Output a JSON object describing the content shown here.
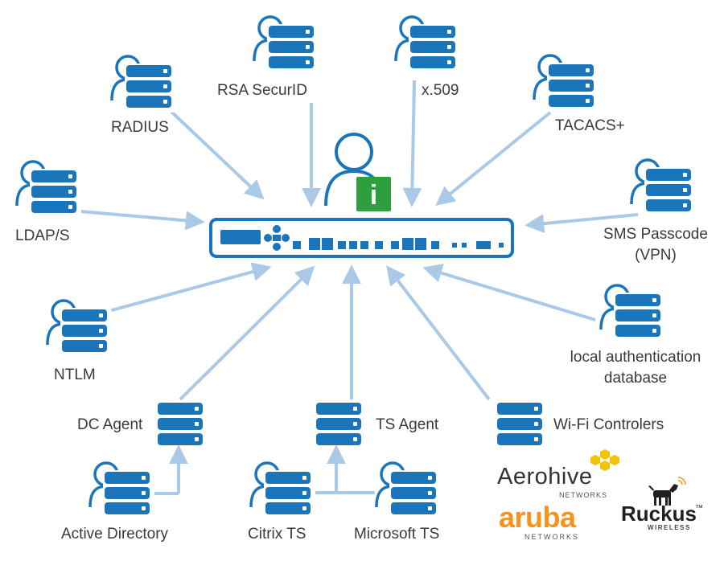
{
  "colors": {
    "primary_blue": "#1b75bb",
    "arrow_blue": "#a9c9e6",
    "info_green": "#2e9e3e",
    "aruba_orange": "#f7931d",
    "aerohive_yellow": "#f5c400",
    "text": "#3a3a3a",
    "ruckus_black": "#231f20"
  },
  "center": {
    "device_icon": "firewall-appliance-icon",
    "user_icon": "user-info-icon",
    "badge_glyph": "i"
  },
  "sources": {
    "radius": "RADIUS",
    "rsa": "RSA SecurID",
    "x509": "x.509",
    "tacacs": "TACACS+",
    "ldap": "LDAP/S",
    "sms_line1": "SMS Passcode",
    "sms_line2": "(VPN)",
    "ntlm": "NTLM",
    "local_line1": "local authentication",
    "local_line2": "database"
  },
  "agents": {
    "dc": "DC Agent",
    "ts": "TS Agent",
    "wifi": "Wi-Fi Controlers"
  },
  "bottom": {
    "ad": "Active Directory",
    "citrix": "Citrix TS",
    "mts": "Microsoft TS"
  },
  "brands": {
    "aerohive": "Aerohive",
    "aerohive_sub": "NETWORKS",
    "aruba": "aruba",
    "aruba_sub": "NETWORKS",
    "ruckus": "Ruckus",
    "ruckus_sub": "WIRELESS",
    "ruckus_tm": "™"
  }
}
